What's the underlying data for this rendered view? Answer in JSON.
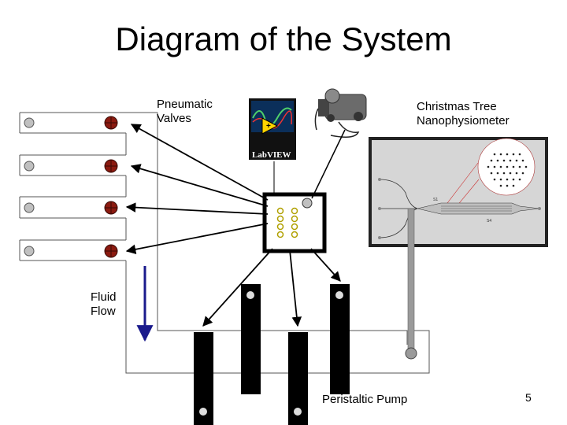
{
  "title": "Diagram of the System",
  "labels": {
    "pneumatic_valves": "Pneumatic\nValves",
    "christmas_tree": "Christmas Tree\nNanophysiometer",
    "fluid_flow": "Fluid\nFlow",
    "peristaltic_pump": "Peristaltic Pump"
  },
  "logo_text": "LabVIEW",
  "device_labels": [
    "S1",
    "S4"
  ],
  "page_number": "5",
  "colors": {
    "valve_red": "#8b1a10",
    "port_gray": "#c0c0c0",
    "pump_black": "#000000",
    "device_bg": "#d6d6d6",
    "controller_dot": "#c8c800",
    "flow_arrow": "#1a1a8c"
  }
}
